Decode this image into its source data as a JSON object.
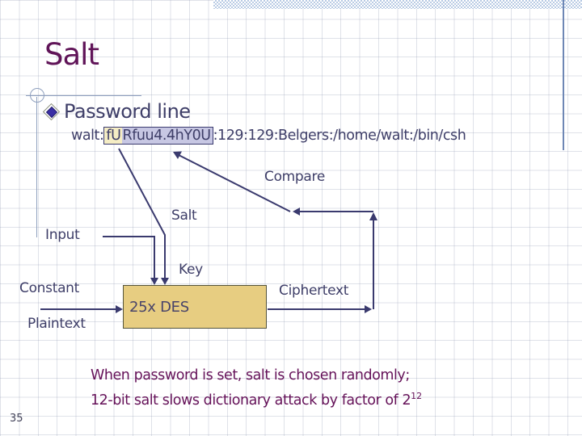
{
  "slide": {
    "title": "Salt",
    "bullet_label": "Password line",
    "password_line": {
      "prefix": "walt:",
      "salt_highlight": "fU",
      "hash_highlight": "Rfuu4.4hY0U",
      "suffix": ":129:129:Belgers:/home/walt:/bin/csh"
    },
    "diagram": {
      "compare_label": "Compare",
      "salt_label": "Salt",
      "input_label": "Input",
      "key_label": "Key",
      "constant_label": "Constant",
      "des_box_label": "25x DES",
      "ciphertext_label": "Ciphertext",
      "plaintext_label": "Plaintext"
    },
    "footnote": {
      "line1": "When password is set, salt is chosen randomly;",
      "line2": "12-bit salt slows dictionary attack by factor of 2",
      "superscript": "12"
    },
    "page_number": "35",
    "colors": {
      "title_text": "#601458",
      "body_text": "#3E3E68",
      "footnote_text": "#651259",
      "salt_highlight_bg": "#F5EDC4",
      "hash_highlight_bg": "#C7C7E3",
      "des_box_fill": "#E7CD81",
      "arrow_line": "#3A3A6E",
      "decoration_line": "#8FA0BE",
      "top_band": "#B9CBE4"
    }
  }
}
